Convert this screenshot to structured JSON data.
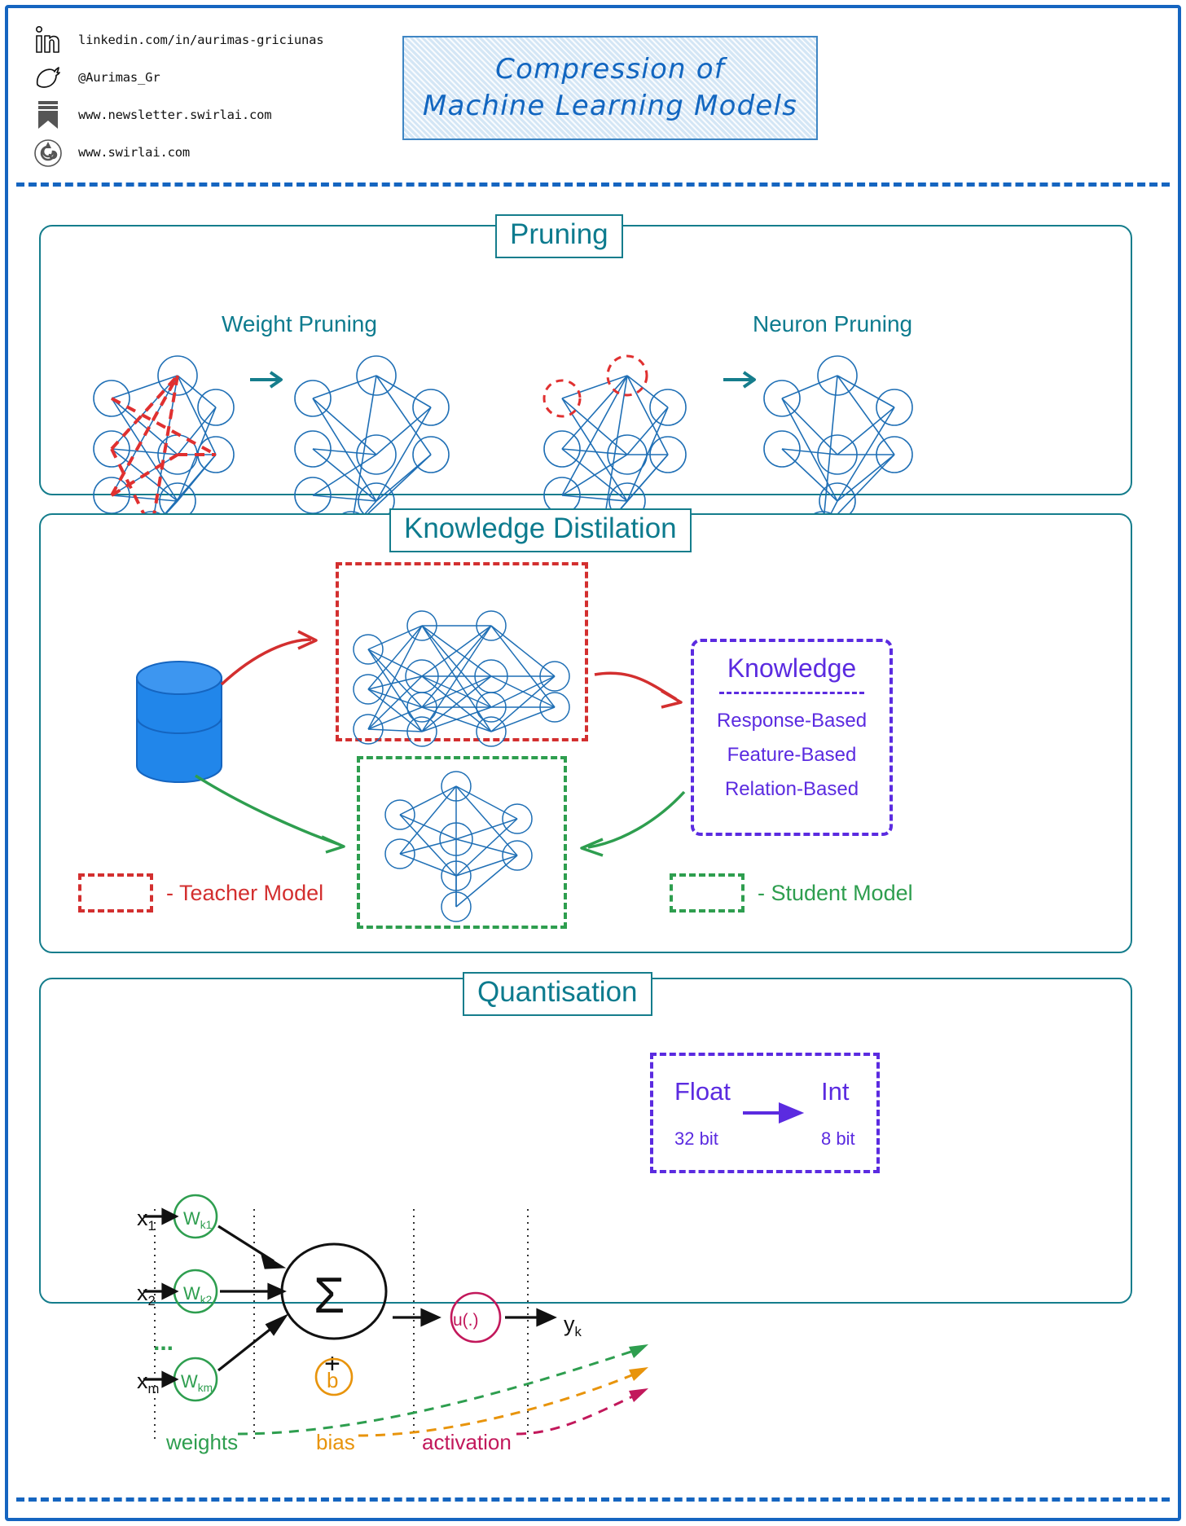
{
  "header": {
    "contacts": [
      {
        "icon": "linkedin-icon",
        "text": "linkedin.com/in/aurimas-griciunas"
      },
      {
        "icon": "twitter-bird-icon",
        "text": "@Aurimas_Gr"
      },
      {
        "icon": "newsletter-icon",
        "text": "www.newsletter.swirlai.com"
      },
      {
        "icon": "swirl-logo-icon",
        "text": "www.swirlai.com"
      }
    ],
    "title_line1": "Compression of",
    "title_line2": "Machine Learning Models"
  },
  "sections": {
    "pruning": {
      "title": "Pruning",
      "sub_left": "Weight Pruning",
      "sub_right": "Neuron Pruning"
    },
    "distillation": {
      "title": "Knowledge Distilation",
      "knowledge": {
        "heading": "Knowledge",
        "items": [
          "Response-Based",
          "Feature-Based",
          "Relation-Based"
        ]
      },
      "legend_teacher": "- Teacher Model",
      "legend_student": "- Student Model"
    },
    "quantisation": {
      "title": "Quantisation",
      "inputs": [
        {
          "label": "x",
          "sub": "1",
          "weight": "W",
          "weight_sub": "k1"
        },
        {
          "label": "x",
          "sub": "2",
          "weight": "W",
          "weight_sub": "k2"
        },
        {
          "label": "x",
          "sub": "m",
          "weight": "W",
          "weight_sub": "km"
        }
      ],
      "ellipsis": "...",
      "sum_symbol": "Σ",
      "plus_symbol": "+",
      "bias_symbol": "b",
      "activation_symbol": "u(.)",
      "output_label": "y",
      "output_sub": "k",
      "annotations": {
        "weights": "weights",
        "bias": "bias",
        "activation": "activation"
      },
      "float_int": {
        "float_label": "Float",
        "float_bits": "32 bit",
        "int_label": "Int",
        "int_bits": "8 bit"
      }
    }
  },
  "colors": {
    "border_blue": "#1565c0",
    "teal": "#0d7b8e",
    "purple": "#5b2be0",
    "red": "#d32f2f",
    "green": "#2e9e4f",
    "orange": "#e8940c",
    "magenta": "#c2185b",
    "node_blue": "#1f6fb5",
    "cylinder_blue": "#2186ea"
  }
}
